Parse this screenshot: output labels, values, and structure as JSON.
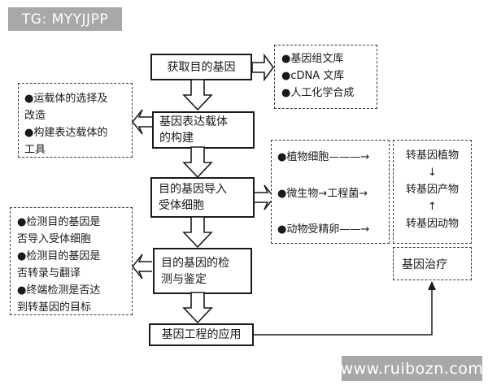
{
  "watermarks": {
    "top": "TG: MYYJJPP",
    "bottom": "www.ruibozn.com"
  },
  "colors": {
    "background": "#ffffff",
    "line": "#1a1a1a",
    "dashed_border": "#3a3a3a",
    "watermark_bg": "#a8a8a8",
    "watermark_text": "#ffffff"
  },
  "flow": {
    "step1": "获取目的基因",
    "step2": "基因表达载体的构建",
    "step3": "目的基因导入受体细胞",
    "step4": "目的基因的检测与鉴定",
    "step5": "基因工程的应用"
  },
  "side_notes": {
    "gene_sources": {
      "items": [
        "●基因组文库",
        "●cDNA 文库",
        "●人工化学合成"
      ]
    },
    "vector_tools": {
      "items": [
        "●运载体的选择及改造",
        "●构建表达载体的工具"
      ]
    },
    "recipient_cells": {
      "items": [
        "●植物细胞———→",
        "●微生物→工程菌→",
        "●动物受精卵——→"
      ]
    },
    "transgenic_products": {
      "lines": [
        "转基因植物",
        "↓",
        "转基因产物",
        "↑",
        "转基因动物"
      ]
    },
    "gene_therapy": "基因治疗",
    "detection_checks": {
      "items": [
        "●检测目的基因是否导入受体细胞",
        "●检测目的基因是否转录与翻译",
        "●终端检测是否达到转基因的目标"
      ]
    }
  }
}
